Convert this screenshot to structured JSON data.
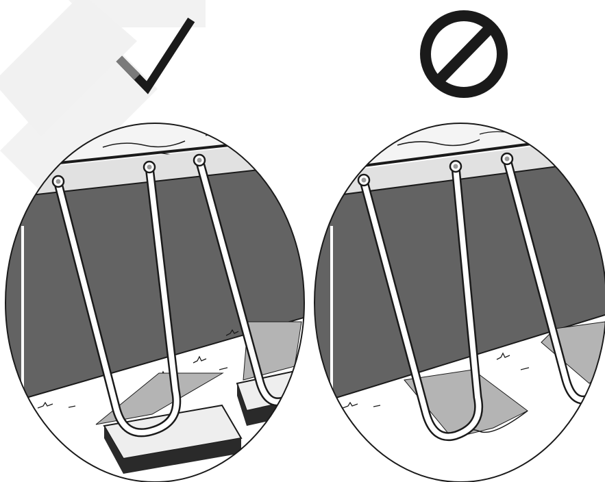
{
  "panels": [
    {
      "verdict": "correct",
      "icon": "checkmark-icon",
      "support": "paver-blocks-under-legs"
    },
    {
      "verdict": "incorrect",
      "icon": "prohibited-icon",
      "support": "legs-directly-on-ground"
    }
  ],
  "colors": {
    "pool_wall": "#636363",
    "rim": "#e1e1e1",
    "leg": "#ffffff",
    "outline": "#1a1a1a",
    "strap": "#b4b4b4",
    "block_top": "#eeeeee",
    "block_side": "#2a2a2a",
    "watermark": "#f1f1f1"
  }
}
